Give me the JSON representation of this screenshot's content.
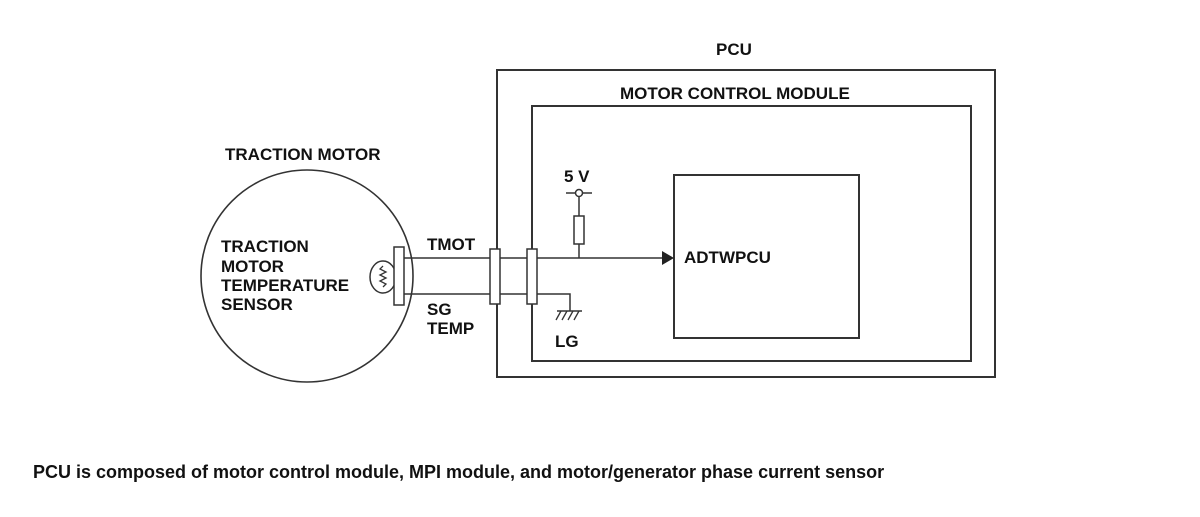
{
  "pcu": {
    "label": "PCU"
  },
  "motor_control_module": {
    "label": "MOTOR CONTROL MODULE"
  },
  "traction_motor": {
    "label": "TRACTION MOTOR"
  },
  "sensor": {
    "label_lines": [
      "TRACTION",
      "MOTOR",
      "TEMPERATURE",
      "SENSOR"
    ]
  },
  "signals": {
    "tmot": "TMOT",
    "sg_temp_lines": [
      "SG",
      "TEMP"
    ],
    "supply": "5 V",
    "ground": "LG",
    "input": "ADTWPCU"
  },
  "caption": "PCU is composed of motor control module, MPI module, and motor/generator phase current sensor"
}
